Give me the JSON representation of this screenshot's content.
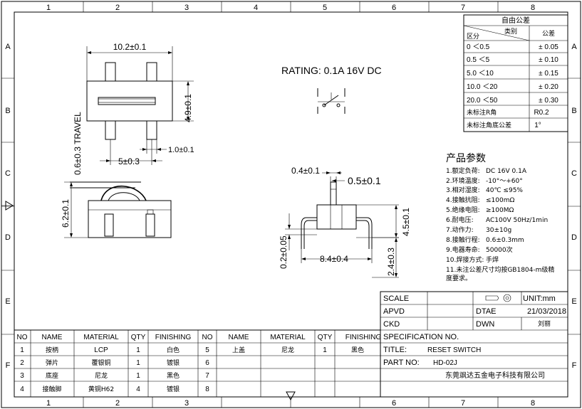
{
  "border": {
    "columns": [
      "1",
      "2",
      "3",
      "4",
      "5",
      "6",
      "7",
      "8"
    ],
    "rows": [
      "A",
      "B",
      "C",
      "D",
      "E",
      "F"
    ]
  },
  "tolerance_table": {
    "title": "自由公差",
    "header_category": "类别",
    "header_range": "区分",
    "header_tol": "公差",
    "rows": [
      {
        "range": "0   ＜0.5",
        "tol": "± 0.05"
      },
      {
        "range": "0.5   ＜5",
        "tol": "± 0.10"
      },
      {
        "range": "5.0   ＜10",
        "tol": "± 0.15"
      },
      {
        "range": "10.0  ＜20",
        "tol": "± 0.20"
      },
      {
        "range": "20.0  ＜50",
        "tol": "± 0.30"
      },
      {
        "range": "未标注R角",
        "tol": "R0.2"
      },
      {
        "range": "未标注角底公差",
        "tol": "1°"
      }
    ]
  },
  "rating": "RATING: 0.1A 16V DC",
  "dims": {
    "width": "10.2±0.1",
    "height": "4.9±0.1",
    "pitch": "5±0.3",
    "pin_w": "1.0±0.1",
    "travel": "0.6±0.3 TRAVEL",
    "side_h": "6.2±0.1",
    "act_w": "0.4±0.1",
    "act_w2": "0.5±0.1",
    "body_h": "4.5±0.1",
    "gap": "0.2±0.05",
    "base_w": "8.4±0.4",
    "pin_len": "2.4±0.3"
  },
  "params": {
    "title": "产品参数",
    "items": [
      {
        "k": "1.额定负荷:",
        "v": "DC 16V 0.1A"
      },
      {
        "k": "2.环境温度:",
        "v": "-10°～+60°"
      },
      {
        "k": "3.相对湿度:",
        "v": "40℃ ≤95%"
      },
      {
        "k": "4.接触抗阻:",
        "v": "≤100mΩ"
      },
      {
        "k": "5.绝缘电阻:",
        "v": "≥100MΩ"
      },
      {
        "k": "6.耐电压:",
        "v": "AC100V 50Hz/1min"
      },
      {
        "k": "7.动作力:",
        "v": "30±10g"
      },
      {
        "k": "8.接触行程:",
        "v": "0.6±0.3mm"
      },
      {
        "k": "9.电器寿命:",
        "v": "50000次"
      },
      {
        "k": "10.焊接方式:",
        "v": "手焊"
      }
    ],
    "note1": "11.未注公差尺寸均按GB1804-m级精",
    "note2": "度要求。"
  },
  "title_block": {
    "scale_label": "SCALE",
    "unit": "UNIT:mm",
    "apvd_label": "APVD",
    "date_label": "DTAE",
    "date": "21/03/2018",
    "ckd_label": "CKD",
    "dwn_label": "DWN",
    "dwn": "刘丽",
    "spec": "SPECIFICATION NO.",
    "title_label": "TITLE:",
    "title": "RESET SWITCH",
    "part_label": "PART NO:",
    "part": "HD-02J",
    "company": "东莞飒达五金电子科技有限公司"
  },
  "bom": {
    "headers": [
      "NO",
      "NAME",
      "MATERIAL",
      "QTY",
      "FINISHING"
    ],
    "left": [
      {
        "no": "1",
        "name": "按柄",
        "material": "LCP",
        "qty": "1",
        "finishing": "白色"
      },
      {
        "no": "2",
        "name": "弹片",
        "material": "覆银铜",
        "qty": "1",
        "finishing": "镀银"
      },
      {
        "no": "3",
        "name": "底座",
        "material": "尼龙",
        "qty": "1",
        "finishing": "黑色"
      },
      {
        "no": "4",
        "name": "接触脚",
        "material": "黄铜H62",
        "qty": "4",
        "finishing": "镀银"
      }
    ],
    "right": [
      {
        "no": "5",
        "name": "上盖",
        "material": "尼龙",
        "qty": "1",
        "finishing": "黑色"
      },
      {
        "no": "6",
        "name": "",
        "material": "",
        "qty": "",
        "finishing": ""
      },
      {
        "no": "7",
        "name": "",
        "material": "",
        "qty": "",
        "finishing": ""
      },
      {
        "no": "8",
        "name": "",
        "material": "",
        "qty": "",
        "finishing": ""
      }
    ]
  }
}
